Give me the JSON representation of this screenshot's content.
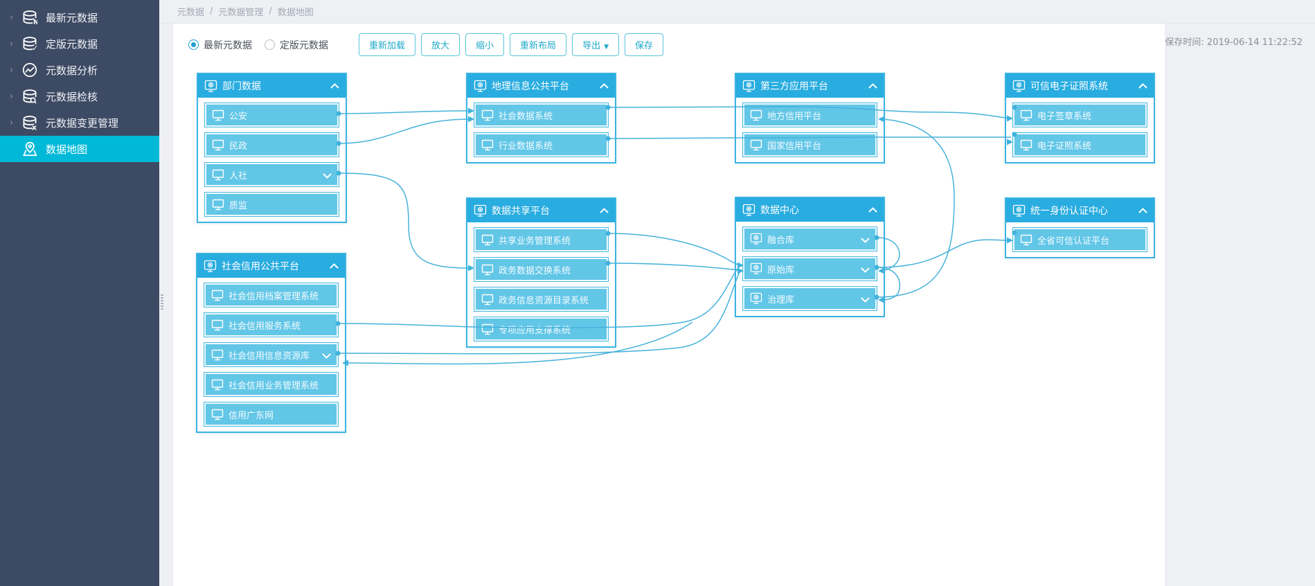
{
  "sidebar": {
    "items": [
      {
        "label": "最新元数据",
        "icon": "database-new-icon"
      },
      {
        "label": "定版元数据",
        "icon": "database-check-icon"
      },
      {
        "label": "元数据分析",
        "icon": "analysis-icon"
      },
      {
        "label": "元数据检核",
        "icon": "database-search-icon"
      },
      {
        "label": "元数据变更管理",
        "icon": "database-change-icon"
      },
      {
        "label": "数据地图",
        "icon": "data-map-icon",
        "active": true
      }
    ]
  },
  "breadcrumb": {
    "items": [
      "元数据",
      "元数据管理",
      "数据地图"
    ],
    "separator": "/"
  },
  "toolbar": {
    "radios": [
      {
        "label": "最新元数据",
        "selected": true
      },
      {
        "label": "定版元数据",
        "selected": false
      }
    ],
    "buttons": [
      "重新加载",
      "放大",
      "缩小",
      "重新布局",
      "导出",
      "保存"
    ],
    "export_caret": "▼",
    "save_time": "保存时间: 2019-06-14 11:22:52"
  },
  "diagram": {
    "groups": [
      {
        "title": "部门数据",
        "items": [
          {
            "label": "公安"
          },
          {
            "label": "民政"
          },
          {
            "label": "人社",
            "expandable": true
          },
          {
            "label": "质监"
          }
        ]
      },
      {
        "title": "社会信用公共平台",
        "items": [
          {
            "label": "社会信用档案管理系统"
          },
          {
            "label": "社会信用服务系统"
          },
          {
            "label": "社会信用信息资源库",
            "expandable": true
          },
          {
            "label": "社会信用业务管理系统"
          },
          {
            "label": "信用广东网"
          }
        ]
      },
      {
        "title": "地理信息公共平台",
        "items": [
          {
            "label": "社会数据系统"
          },
          {
            "label": "行业数据系统"
          }
        ]
      },
      {
        "title": "数据共享平台",
        "items": [
          {
            "label": "共享业务管理系统"
          },
          {
            "label": "政务数据交换系统"
          },
          {
            "label": "政务信息资源目录系统"
          },
          {
            "label": "专项应用支撑系统"
          }
        ]
      },
      {
        "title": "第三方应用平台",
        "items": [
          {
            "label": "地方信用平台"
          },
          {
            "label": "国家信用平台"
          }
        ]
      },
      {
        "title": "数据中心",
        "items": [
          {
            "label": "融合库",
            "expandable": true
          },
          {
            "label": "原始库",
            "expandable": true
          },
          {
            "label": "治理库",
            "expandable": true
          }
        ]
      },
      {
        "title": "可信电子证照系统",
        "items": [
          {
            "label": "电子签章系统"
          },
          {
            "label": "电子证照系统"
          }
        ]
      },
      {
        "title": "统一身份认证中心",
        "items": [
          {
            "label": "全省可信认证平台"
          }
        ]
      }
    ],
    "connections": [
      {
        "from": "公安",
        "to": "社会数据系统"
      },
      {
        "from": "民政",
        "to": "社会数据系统"
      },
      {
        "from": "人社",
        "to": "政务数据交换系统"
      },
      {
        "from": "社会信用服务系统",
        "to": "原始库"
      },
      {
        "from": "社会信用信息资源库",
        "to": "原始库"
      },
      {
        "from": "原始库",
        "to": "社会信用信息资源库"
      },
      {
        "from": "社会数据系统",
        "to": "电子签章系统"
      },
      {
        "from": "行业数据系统",
        "to": "电子证照系统"
      },
      {
        "from": "共享业务管理系统",
        "to": "原始库"
      },
      {
        "from": "政务数据交换系统",
        "to": "原始库"
      },
      {
        "from": "融合库",
        "to": "原始库"
      },
      {
        "from": "原始库",
        "to": "治理库"
      },
      {
        "from": "治理库",
        "to": "地方信用平台"
      },
      {
        "from": "原始库",
        "to": "全省可信认证平台"
      }
    ]
  },
  "colors": {
    "sidebar_bg": "#3d4a63",
    "accent_cyan": "#00b9d8",
    "header_blue": "#29ace0",
    "node_fill": "#62c6e7",
    "group_border": "#3ab4e2",
    "wire": "#45b2da",
    "button_accent": "#1fa9c9",
    "page_bg": "#eef0f4"
  }
}
